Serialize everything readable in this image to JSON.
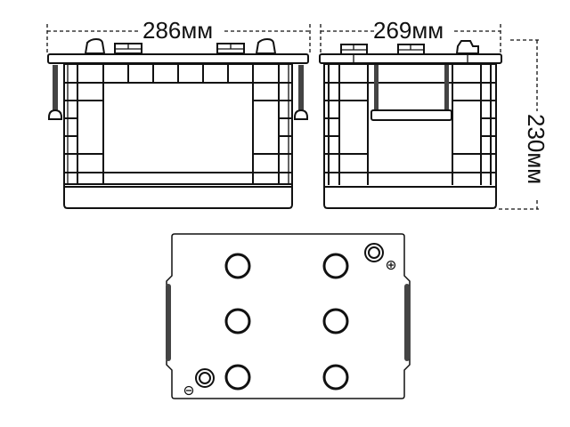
{
  "dimensions": {
    "length": "286мм",
    "width": "269мм",
    "height": "230мм"
  },
  "views": {
    "front": "front-view",
    "side": "side-view",
    "top": "top-view"
  },
  "terminals": {
    "positive": "⊕",
    "negative": "⊖"
  },
  "colors": {
    "line": "#111111",
    "background": "#ffffff"
  }
}
